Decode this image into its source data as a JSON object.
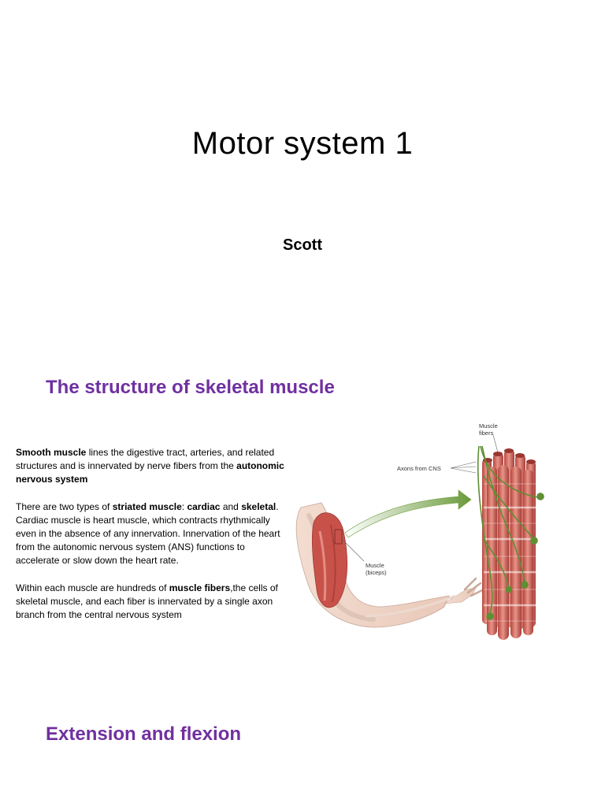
{
  "slide1": {
    "title": "Motor system 1",
    "author": "Scott"
  },
  "slide2": {
    "heading": "The structure of skeletal muscle",
    "p1_b1": "Smooth muscle",
    "p1_t1": " lines the digestive tract, arteries, and related structures and is innervated by nerve fibers from the ",
    "p1_b2": "autonomic nervous system",
    "p2_t1": "There are two types of ",
    "p2_b1": "striated muscle",
    "p2_t2": ": ",
    "p2_b2": "cardiac",
    "p2_t3": " and ",
    "p2_b3": "skeletal",
    "p2_t4": ". Cardiac muscle is heart muscle, which contracts rhythmically even in the absence of any innervation. Innervation of the heart from the autonomic nervous system (ANS) functions to accelerate or slow down the heart rate.",
    "p3_t1": "Within each muscle are hundreds of ",
    "p3_b1": "muscle fibers",
    "p3_t2": ",the cells of skeletal muscle, and each fiber is innervated by a single axon branch from the central nervous system",
    "figure": {
      "label_fibers_1": "Muscle",
      "label_fibers_2": "fibers",
      "label_axons": "Axons from CNS",
      "label_muscle_1": "Muscle",
      "label_muscle_2": "(biceps)"
    }
  },
  "slide3": {
    "heading": "Extension and flexion"
  },
  "colors": {
    "heading": "#7030a0",
    "muscle": "#d9756b",
    "nerve": "#6a9a3a"
  }
}
